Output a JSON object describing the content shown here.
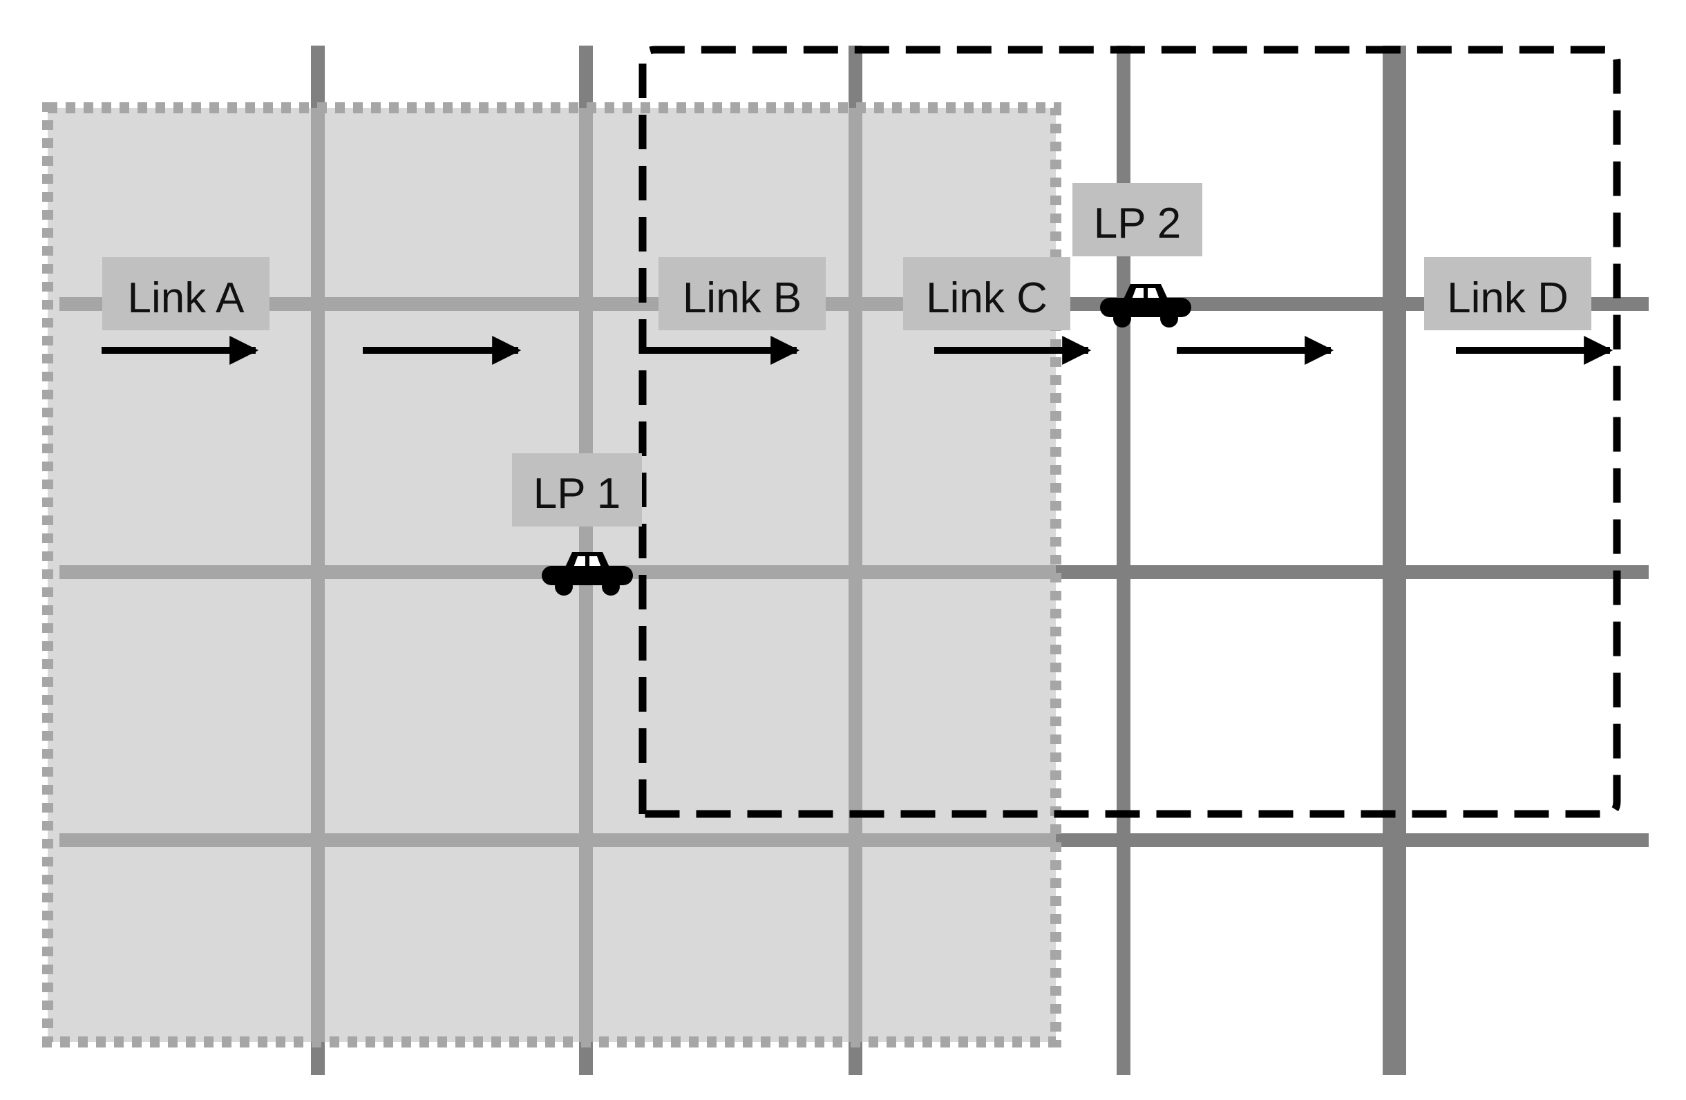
{
  "diagram": {
    "labels": {
      "link_a": "Link A",
      "link_b": "Link B",
      "link_c": "Link C",
      "link_d": "Link D",
      "lp_1": "LP 1",
      "lp_2": "LP 2"
    },
    "colors": {
      "shaded_region": "#d9d9d9",
      "shaded_border": "#a6a6a6",
      "road_light": "#a6a6a6",
      "road_dark": "#808080",
      "label_bg": "#c0c0c0",
      "dashed_border": "#000000",
      "arrow": "#000000",
      "car": "#000000"
    },
    "icons": {
      "car_lp1": "car-icon",
      "car_lp2": "car-icon"
    }
  }
}
